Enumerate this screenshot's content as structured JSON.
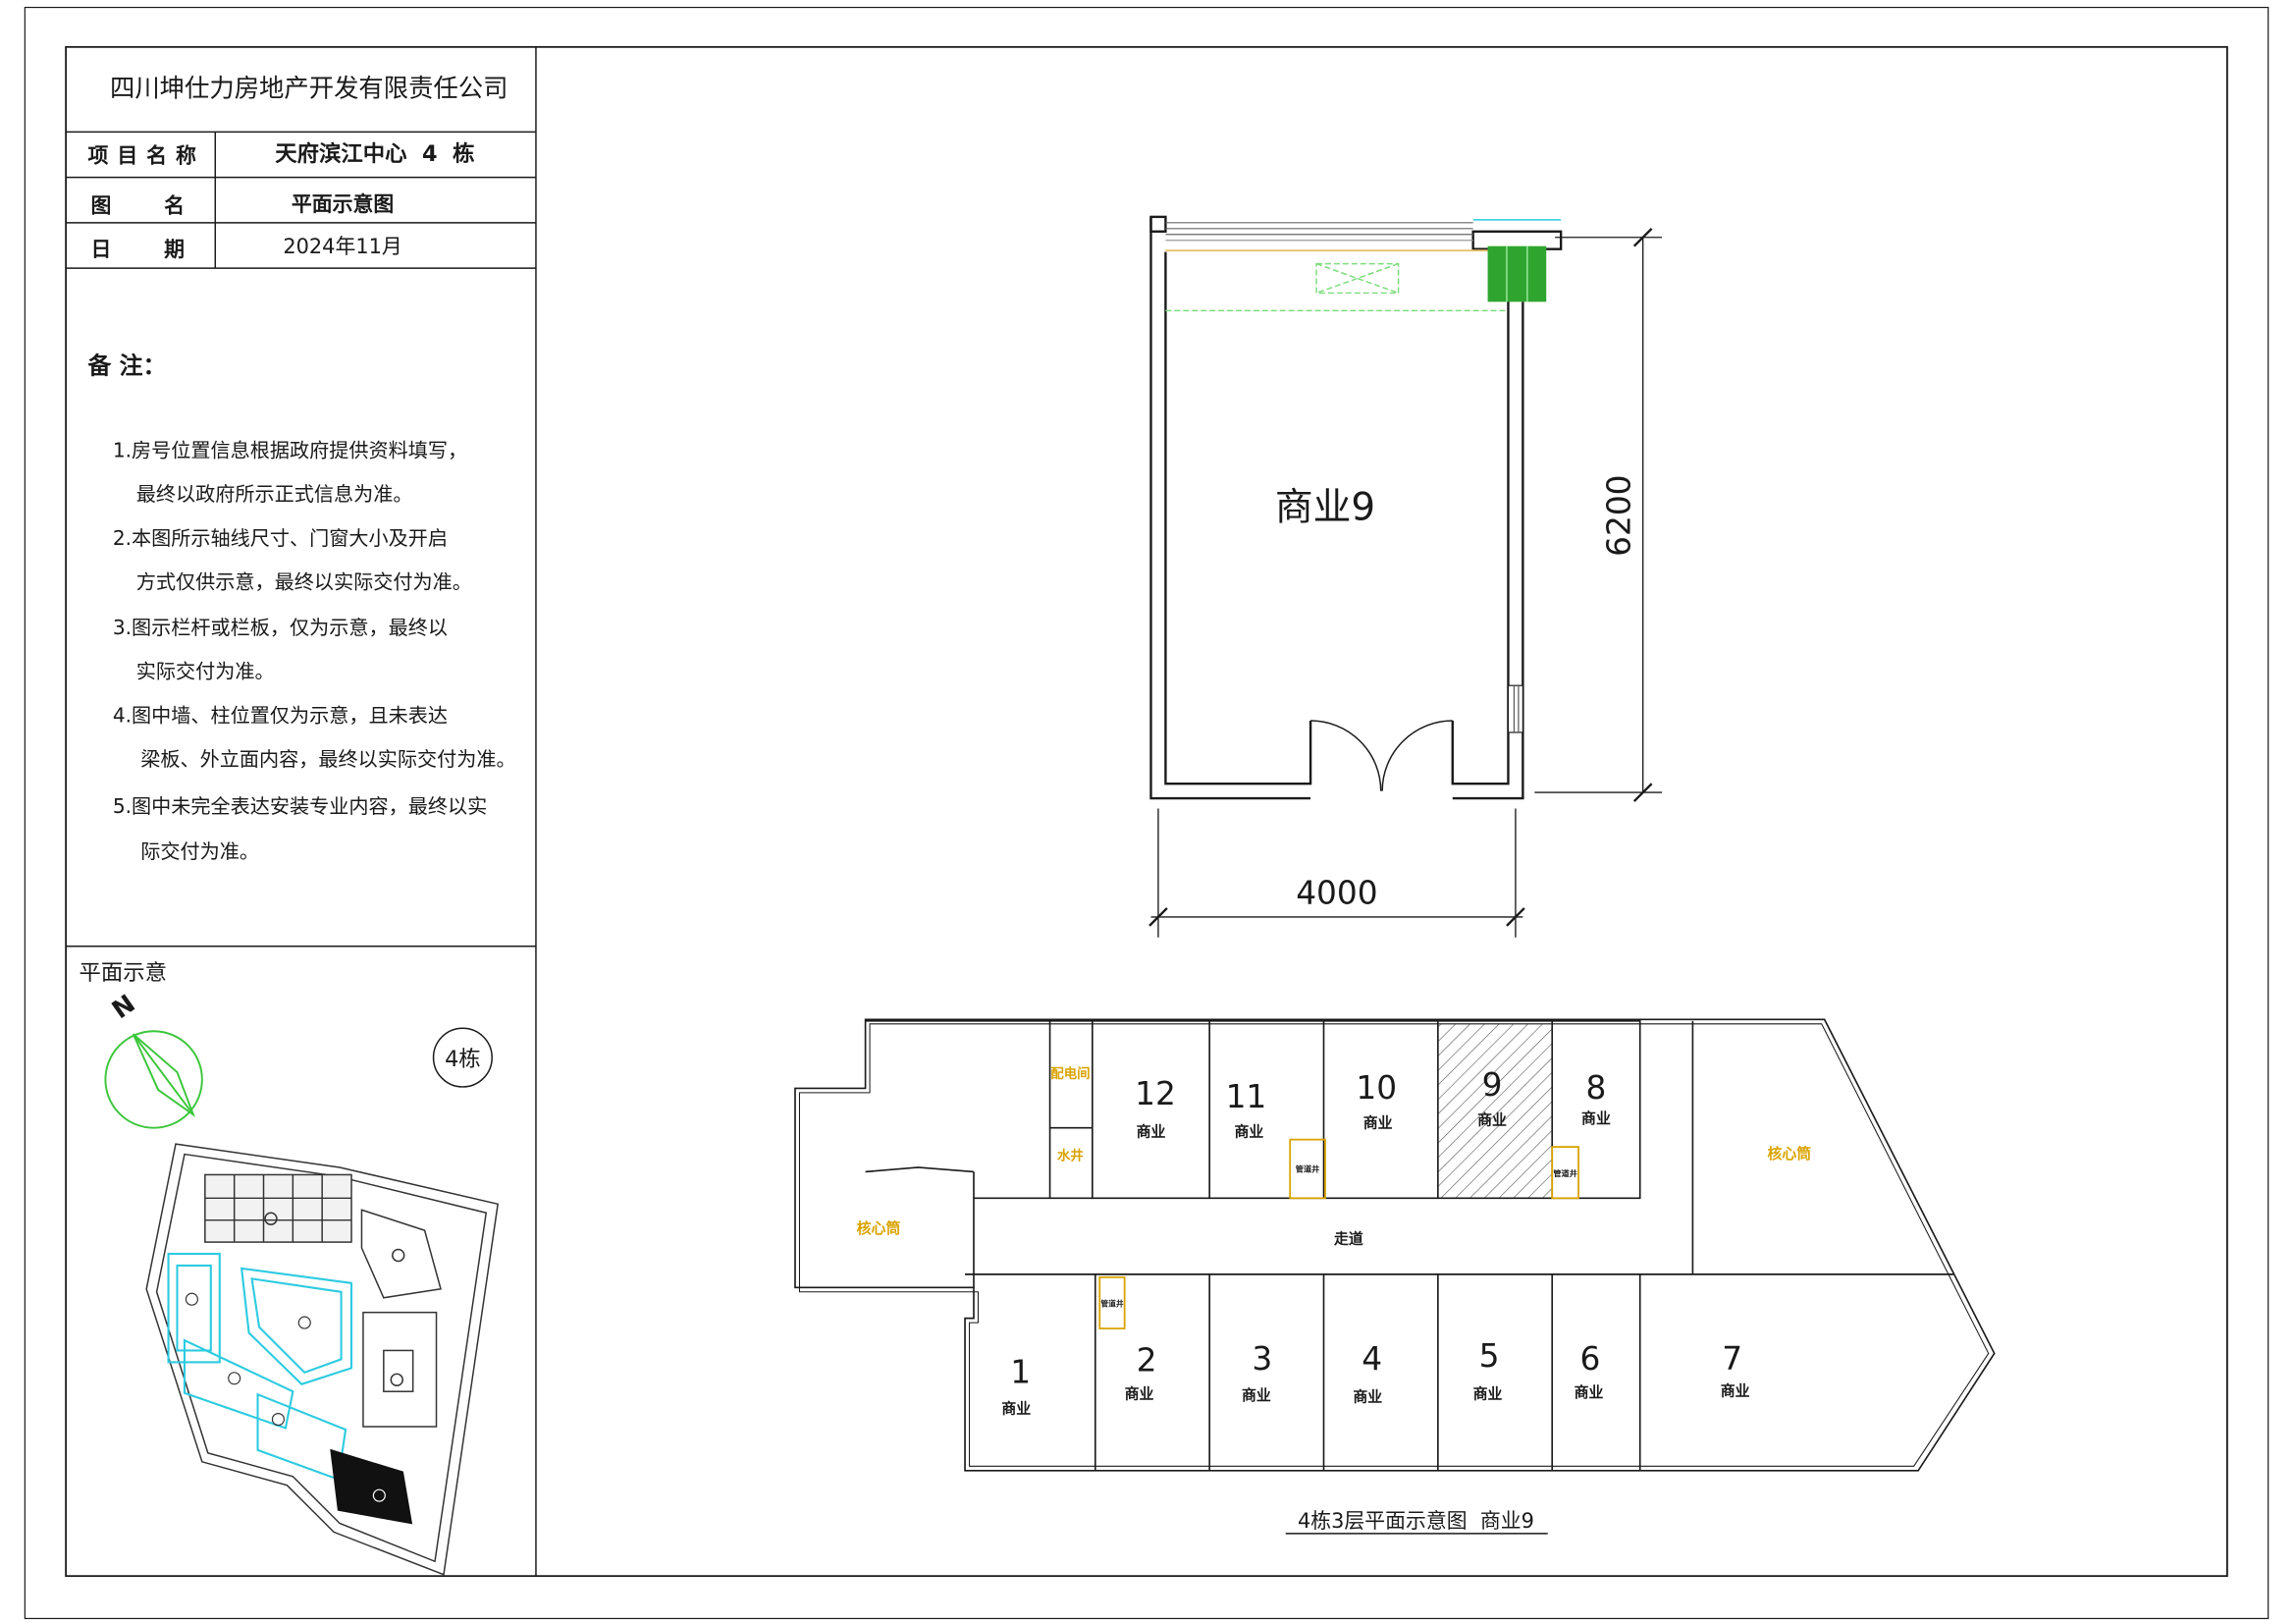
{
  "title_block": {
    "company": "四川坤仕力房地产开发有限责任公司",
    "project_label": "项目名称",
    "project_value": "天府滨江中心  4  栋",
    "drawing_label": "图名",
    "drawing_value": "平面示意图",
    "date_label": "日期",
    "date_value": "2024年11月"
  },
  "notes": {
    "heading": "备 注：",
    "lines": [
      "1.房号位置信息根据政府提供资料填写，",
      "最终以政府所示正式信息为准。",
      "2.本图所示轴线尺寸、门窗大小及开启",
      "方式仅供示意，最终以实际交付为准。",
      "3.图示栏杆或栏板，仅为示意，最终以",
      "实际交付为准。",
      "4.图中墙、柱位置仅为示意，且未表达",
      "梁板、外立面内容，最终以实际交付为准。",
      "5.图中未完全表达安装专业内容，最终以实",
      "际交付为准。"
    ]
  },
  "site_plan": {
    "heading": "平面示意",
    "north_label": "N",
    "building_tag": "4栋"
  },
  "unit_plan": {
    "unit_label": "商业9",
    "depth_dimension": "6200",
    "width_dimension": "4000"
  },
  "floor_plan": {
    "units_top": [
      {
        "number": "12",
        "use": "商业"
      },
      {
        "number": "11",
        "use": "商业"
      },
      {
        "number": "10",
        "use": "商业"
      },
      {
        "number": "9",
        "use": "商业"
      },
      {
        "number": "8",
        "use": "商业"
      }
    ],
    "units_bottom": [
      {
        "number": "1",
        "use": "商业"
      },
      {
        "number": "2",
        "use": "商业"
      },
      {
        "number": "3",
        "use": "商业"
      },
      {
        "number": "4",
        "use": "商业"
      },
      {
        "number": "5",
        "use": "商业"
      },
      {
        "number": "6",
        "use": "商业"
      },
      {
        "number": "7",
        "use": "商业"
      }
    ],
    "corridor": "走道",
    "core_left": "核心筒",
    "core_right": "核心筒",
    "electrical_room": "配电间",
    "water_shaft": "水井",
    "pipe_shafts": [
      "管道井",
      "管道井",
      "管道井"
    ],
    "caption": "4栋3层平面示意图  商业9"
  },
  "colors": {
    "unit_label": "#ee6fd2",
    "compass": "#3cc63c",
    "site_building": "#2ccbe0",
    "service_label": "#d9a300",
    "ac_unit": "#7fdc7f",
    "ac_hatch": "#2fa52f"
  }
}
